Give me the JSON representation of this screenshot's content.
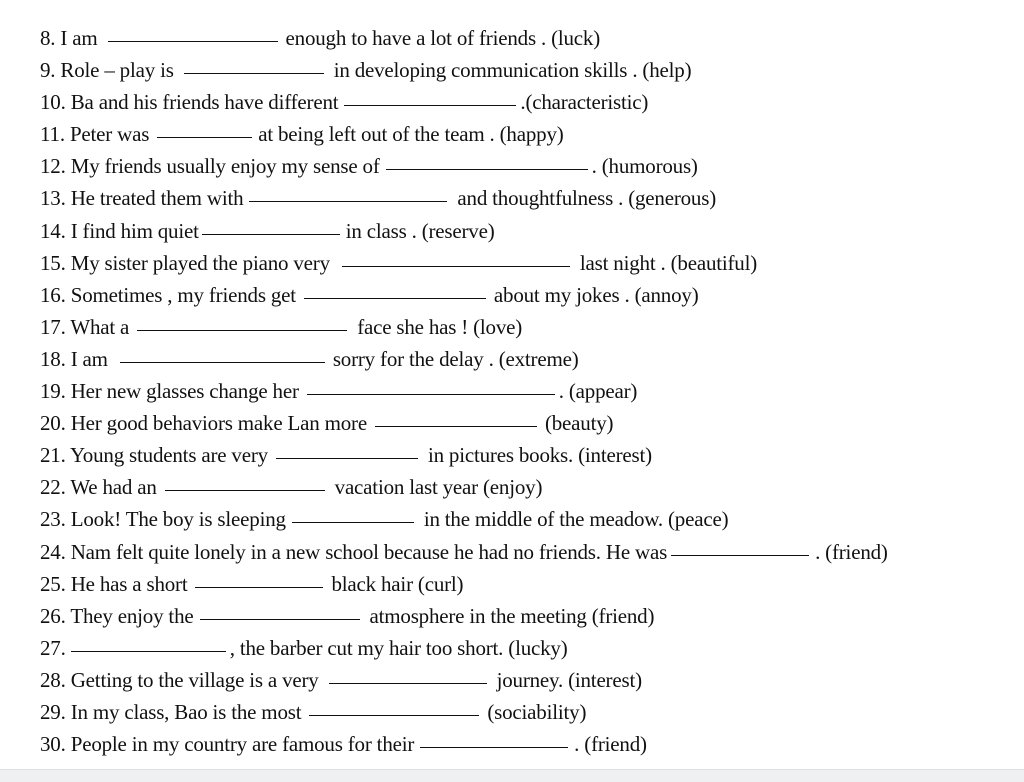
{
  "exercises": [
    {
      "number": "8.",
      "parts": [
        "I am",
        "enough to  have a lot of friends . (luck)"
      ]
    },
    {
      "number": "9.",
      "parts": [
        "Role – play is",
        "in developing communication skills . (help)"
      ]
    },
    {
      "number": "10.",
      "parts": [
        "Ba and his friends have different",
        ".(characteristic)"
      ]
    },
    {
      "number": "11.",
      "parts": [
        "Peter was",
        "at being left out of the team . (happy)"
      ]
    },
    {
      "number": "12.",
      "parts": [
        "My friends usually enjoy my sense of",
        ". (humorous)"
      ]
    },
    {
      "number": "13.",
      "parts": [
        "He treated them with",
        "and thoughtfulness . (generous)"
      ]
    },
    {
      "number": "14.",
      "parts": [
        "I find him quiet",
        "in class . (reserve)"
      ]
    },
    {
      "number": "15.",
      "parts": [
        "My sister played the piano very",
        "last night . (beautiful)"
      ]
    },
    {
      "number": "16.",
      "parts": [
        "Sometimes , my friends get",
        "about my jokes . (annoy)"
      ]
    },
    {
      "number": "17.",
      "parts": [
        "What a",
        "face she has ! (love)"
      ]
    },
    {
      "number": "18.",
      "parts": [
        "I am",
        "sorry for the delay . (extreme)"
      ]
    },
    {
      "number": "19.",
      "parts": [
        "Her new glasses change her",
        ". (appear)"
      ]
    },
    {
      "number": "20.",
      "parts": [
        "Her good behaviors make Lan more",
        "(beauty)"
      ]
    },
    {
      "number": "21.",
      "parts": [
        "Young students are very",
        "in pictures books. (interest)"
      ]
    },
    {
      "number": "22.",
      "parts": [
        "We had an",
        "vacation last year  (enjoy)"
      ]
    },
    {
      "number": "23.",
      "parts": [
        "Look! The boy is sleeping",
        "in the middle of the meadow.  (peace)"
      ]
    },
    {
      "number": "24.",
      "parts": [
        "Nam felt quite lonely in a new school because he had no friends. He was",
        ". (friend)"
      ]
    },
    {
      "number": "25.",
      "parts": [
        "He has a short",
        "black hair  (curl)"
      ]
    },
    {
      "number": "26.",
      "parts": [
        "They enjoy the",
        "atmosphere in the meeting (friend)"
      ]
    },
    {
      "number": "27.",
      "parts": [
        "",
        ", the barber cut my hair too short. (lucky)"
      ]
    },
    {
      "number": "28.",
      "parts": [
        "Getting to the village is a very",
        "journey. (interest)"
      ]
    },
    {
      "number": "29.",
      "parts": [
        "In my class, Bao is the most",
        "(sociability)"
      ]
    },
    {
      "number": "30.",
      "parts": [
        "People in my country are famous for their",
        ". (friend)"
      ]
    }
  ]
}
